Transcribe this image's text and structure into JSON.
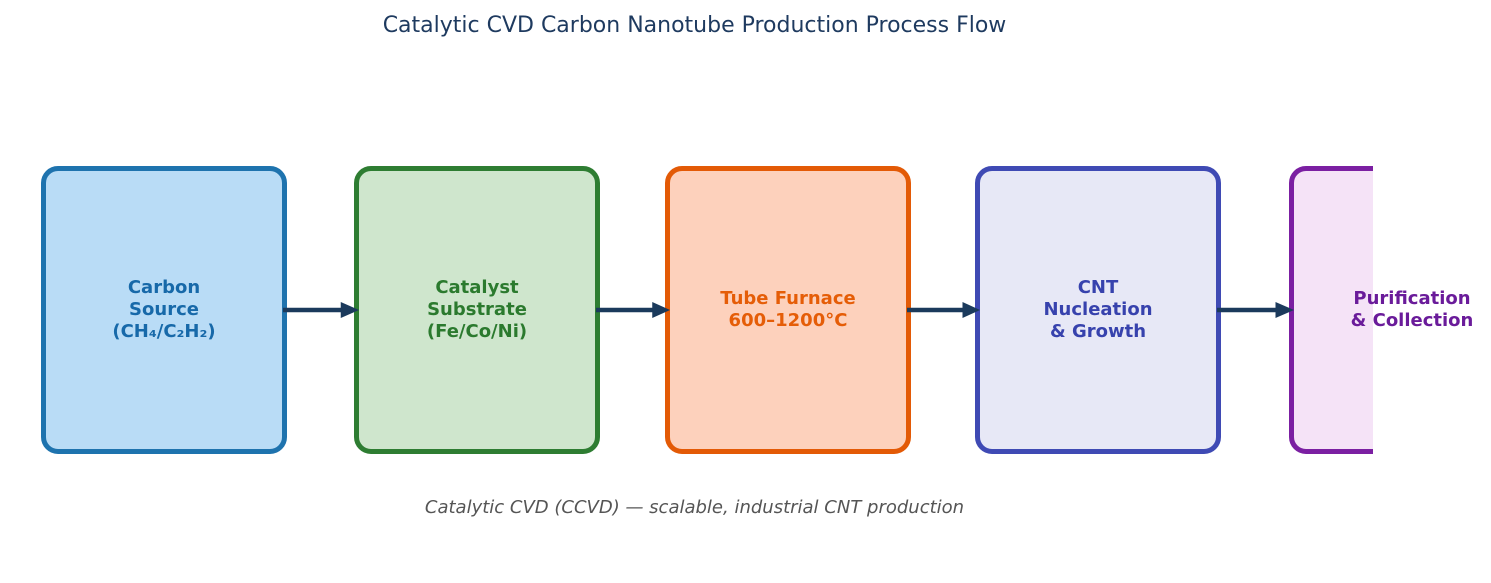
{
  "title": "Catalytic CVD Carbon Nanotube Production Process Flow",
  "caption": "Catalytic CVD (CCVD) — scalable, industrial CNT production",
  "colors": {
    "title": "#1e3a5f",
    "caption": "#555555",
    "arrow": "#1b3a5c",
    "background": "#ffffff"
  },
  "flow": {
    "steps": [
      {
        "id": "carbon-source",
        "lines": [
          "Carbon",
          "Source",
          "(CH₄/C₂H₂)"
        ],
        "fill": "#b9dcf6",
        "border": "#1e73ae",
        "text": "#1769a9"
      },
      {
        "id": "catalyst-substrate",
        "lines": [
          "Catalyst",
          "Substrate",
          "(Fe/Co/Ni)"
        ],
        "fill": "#cfe6cd",
        "border": "#2e7d32",
        "text": "#2b7a2e"
      },
      {
        "id": "tube-furnace",
        "lines": [
          "Tube Furnace",
          "600–1200°C"
        ],
        "fill": "#fdd1bc",
        "border": "#e35a06",
        "text": "#e55d07"
      },
      {
        "id": "cnt-nucleation-growth",
        "lines": [
          "CNT",
          "Nucleation",
          "& Growth"
        ],
        "fill": "#e7e8f6",
        "border": "#3f4ab4",
        "text": "#3742ad"
      },
      {
        "id": "purification-collection",
        "lines": [
          "Purification",
          "& Collection"
        ],
        "fill": "#f5e3f7",
        "border": "#7b1fa2",
        "text": "#6a1b9a"
      }
    ]
  }
}
